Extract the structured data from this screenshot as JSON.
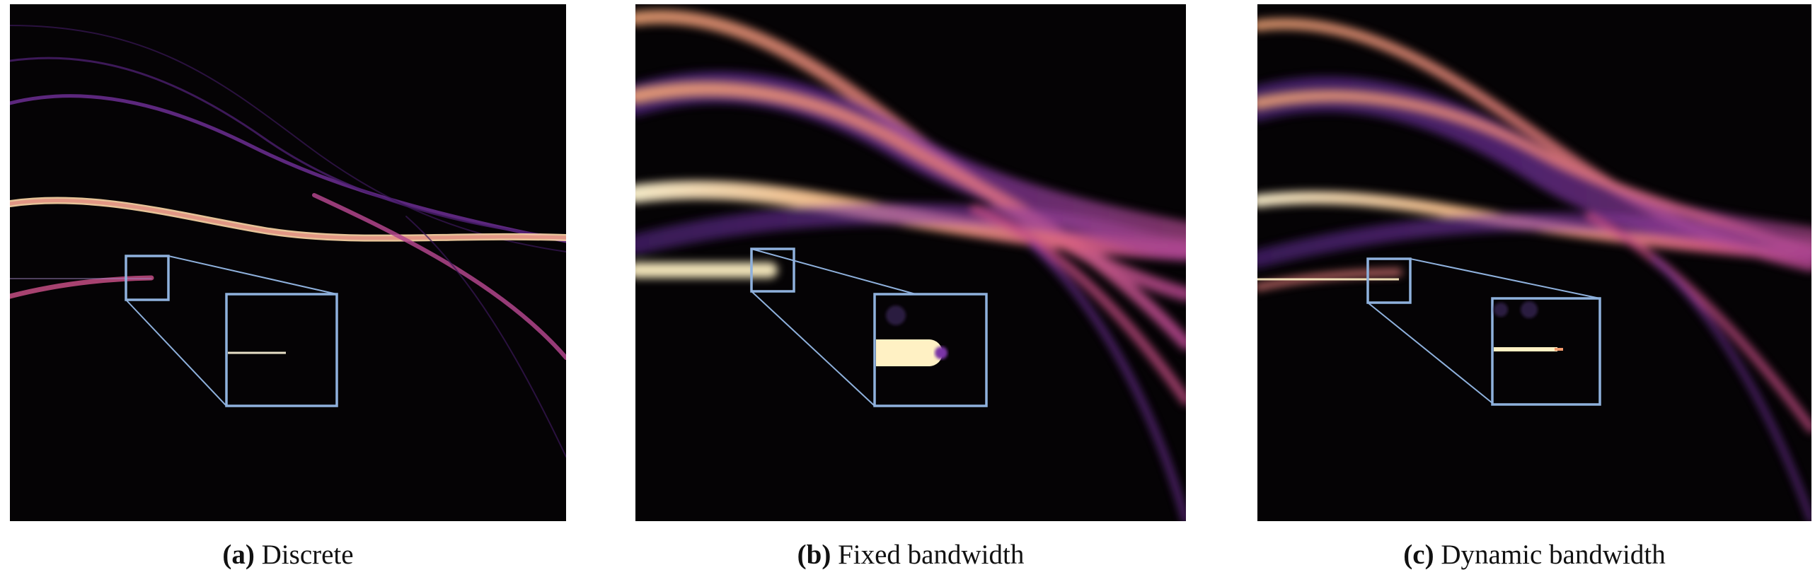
{
  "panels": [
    {
      "tag": "(a)",
      "title": "Discrete"
    },
    {
      "tag": "(b)",
      "title": "Fixed bandwidth"
    },
    {
      "tag": "(c)",
      "title": "Dynamic bandwidth"
    }
  ],
  "colors": {
    "background": "#050305",
    "inset_frame": "#8fb1dd",
    "stream_hot": "#fff1c4",
    "stream_warm": "#f29a6d",
    "stream_mid": "#c44e84",
    "stream_cool": "#6a2ca4"
  }
}
